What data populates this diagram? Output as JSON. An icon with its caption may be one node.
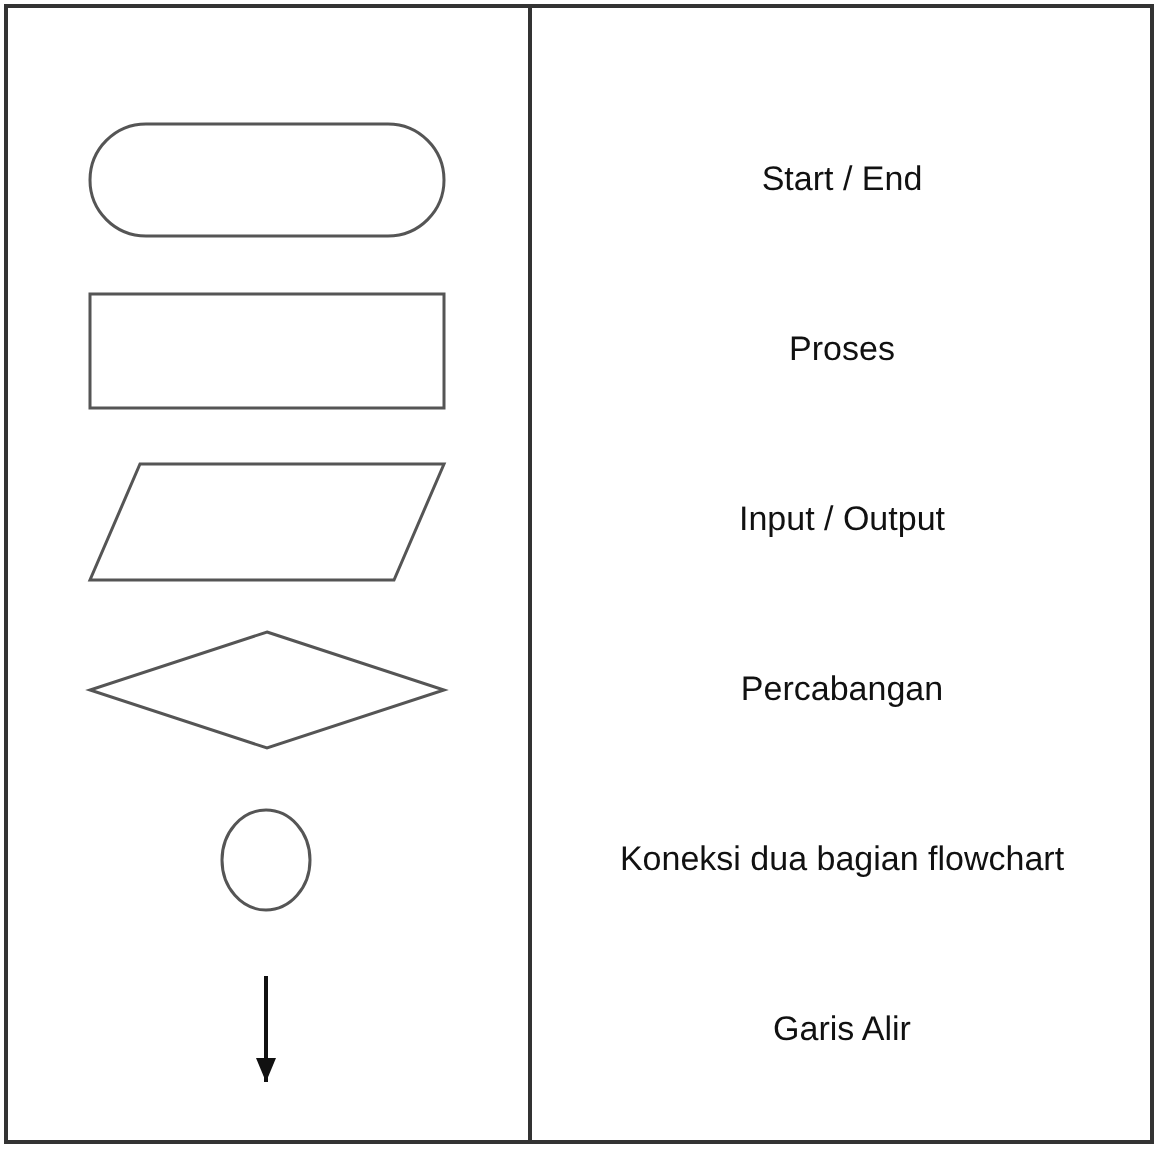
{
  "diagram": {
    "nodes": [
      {
        "text": [],
        "shape": "box"
      },
      {
        "text": [],
        "shape": "box"
      },
      {
        "text": [],
        "shape": "parallelogram"
      },
      {
        "text": [],
        "shape": "diamond"
      },
      {
        "text": [],
        "shape": "circle"
      }
    ],
    "labels": [
      "Start / End",
      "Proses",
      "Input / Output",
      "Percabangan",
      "Koneksi dua bagian flowchart",
      "Garis Alir"
    ]
  }
}
